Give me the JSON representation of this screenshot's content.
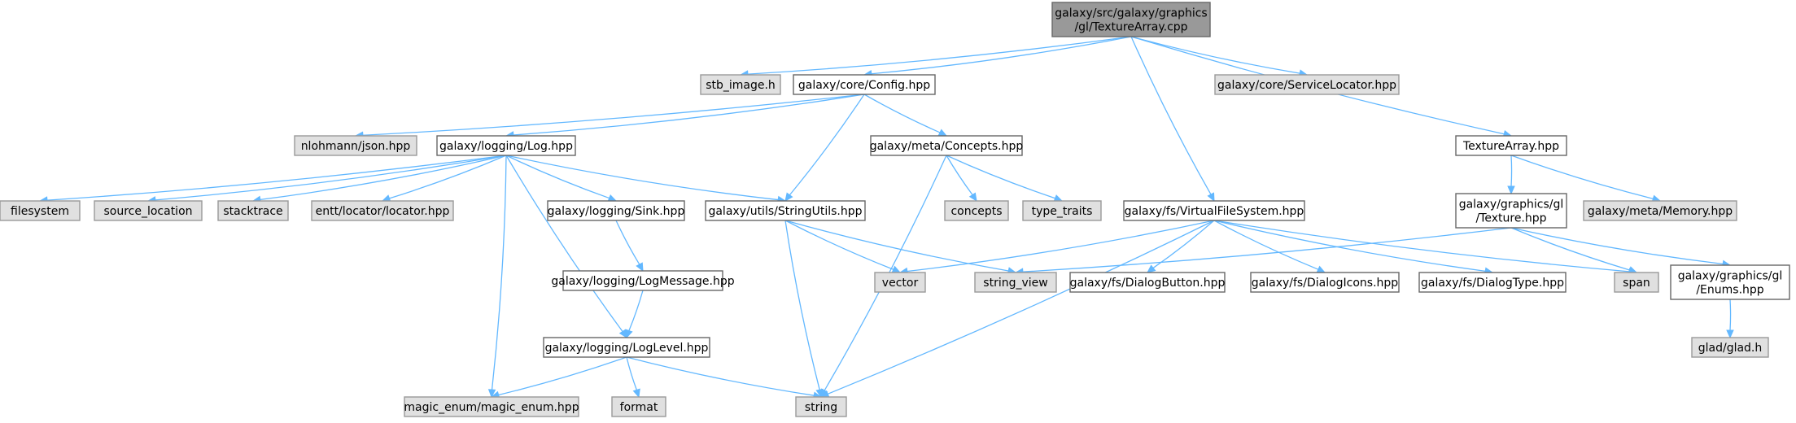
{
  "nodes": {
    "root": {
      "lines": [
        "galaxy/src/galaxy/graphics",
        "/gl/TextureArray.cpp"
      ],
      "kind": "root"
    },
    "stb_image": {
      "lines": [
        "stb_image.h"
      ],
      "kind": "external"
    },
    "config": {
      "lines": [
        "galaxy/core/Config.hpp"
      ],
      "kind": "local"
    },
    "service_locator": {
      "lines": [
        "galaxy/core/ServiceLocator.hpp"
      ],
      "kind": "external"
    },
    "nlohmann": {
      "lines": [
        "nlohmann/json.hpp"
      ],
      "kind": "external"
    },
    "log": {
      "lines": [
        "galaxy/logging/Log.hpp"
      ],
      "kind": "local"
    },
    "concepts_hpp": {
      "lines": [
        "galaxy/meta/Concepts.hpp"
      ],
      "kind": "local"
    },
    "texture_array": {
      "lines": [
        "TextureArray.hpp"
      ],
      "kind": "local"
    },
    "filesystem": {
      "lines": [
        "filesystem"
      ],
      "kind": "external"
    },
    "source_location": {
      "lines": [
        "source_location"
      ],
      "kind": "external"
    },
    "stacktrace": {
      "lines": [
        "stacktrace"
      ],
      "kind": "external"
    },
    "entt_locator": {
      "lines": [
        "entt/locator/locator.hpp"
      ],
      "kind": "external"
    },
    "sink": {
      "lines": [
        "galaxy/logging/Sink.hpp"
      ],
      "kind": "local"
    },
    "string_utils": {
      "lines": [
        "galaxy/utils/StringUtils.hpp"
      ],
      "kind": "local"
    },
    "concepts": {
      "lines": [
        "concepts"
      ],
      "kind": "external"
    },
    "type_traits": {
      "lines": [
        "type_traits"
      ],
      "kind": "external"
    },
    "vfs": {
      "lines": [
        "galaxy/fs/VirtualFileSystem.hpp"
      ],
      "kind": "local"
    },
    "texture": {
      "lines": [
        "galaxy/graphics/gl",
        "/Texture.hpp"
      ],
      "kind": "local"
    },
    "memory": {
      "lines": [
        "galaxy/meta/Memory.hpp"
      ],
      "kind": "external"
    },
    "log_message": {
      "lines": [
        "galaxy/logging/LogMessage.hpp"
      ],
      "kind": "local"
    },
    "vector": {
      "lines": [
        "vector"
      ],
      "kind": "external"
    },
    "string_view": {
      "lines": [
        "string_view"
      ],
      "kind": "external"
    },
    "dialog_button": {
      "lines": [
        "galaxy/fs/DialogButton.hpp"
      ],
      "kind": "local"
    },
    "dialog_icons": {
      "lines": [
        "galaxy/fs/DialogIcons.hpp"
      ],
      "kind": "local"
    },
    "dialog_type": {
      "lines": [
        "galaxy/fs/DialogType.hpp"
      ],
      "kind": "local"
    },
    "span": {
      "lines": [
        "span"
      ],
      "kind": "external"
    },
    "enums": {
      "lines": [
        "galaxy/graphics/gl",
        "/Enums.hpp"
      ],
      "kind": "local"
    },
    "log_level": {
      "lines": [
        "galaxy/logging/LogLevel.hpp"
      ],
      "kind": "local"
    },
    "glad": {
      "lines": [
        "glad/glad.h"
      ],
      "kind": "external"
    },
    "magic_enum": {
      "lines": [
        "magic_enum/magic_enum.hpp"
      ],
      "kind": "external"
    },
    "format": {
      "lines": [
        "format"
      ],
      "kind": "external"
    },
    "string": {
      "lines": [
        "string"
      ],
      "kind": "external"
    }
  },
  "edges": [
    [
      "root",
      "stb_image"
    ],
    [
      "root",
      "config"
    ],
    [
      "root",
      "vfs"
    ],
    [
      "root",
      "service_locator"
    ],
    [
      "root",
      "texture_array"
    ],
    [
      "config",
      "nlohmann"
    ],
    [
      "config",
      "log"
    ],
    [
      "config",
      "string_utils"
    ],
    [
      "config",
      "concepts_hpp"
    ],
    [
      "log",
      "filesystem"
    ],
    [
      "log",
      "source_location"
    ],
    [
      "log",
      "stacktrace"
    ],
    [
      "log",
      "entt_locator"
    ],
    [
      "log",
      "sink"
    ],
    [
      "log",
      "string_utils"
    ],
    [
      "log",
      "log_level"
    ],
    [
      "log",
      "magic_enum"
    ],
    [
      "sink",
      "log_message"
    ],
    [
      "log_message",
      "log_level"
    ],
    [
      "log_level",
      "magic_enum"
    ],
    [
      "log_level",
      "format"
    ],
    [
      "log_level",
      "string"
    ],
    [
      "string_utils",
      "vector"
    ],
    [
      "string_utils",
      "string_view"
    ],
    [
      "string_utils",
      "string"
    ],
    [
      "concepts_hpp",
      "concepts"
    ],
    [
      "concepts_hpp",
      "type_traits"
    ],
    [
      "concepts_hpp",
      "string"
    ],
    [
      "vfs",
      "vector"
    ],
    [
      "vfs",
      "string"
    ],
    [
      "vfs",
      "dialog_button"
    ],
    [
      "vfs",
      "dialog_icons"
    ],
    [
      "vfs",
      "dialog_type"
    ],
    [
      "vfs",
      "span"
    ],
    [
      "texture_array",
      "texture"
    ],
    [
      "texture_array",
      "memory"
    ],
    [
      "texture",
      "string_view"
    ],
    [
      "texture",
      "span"
    ],
    [
      "texture",
      "enums"
    ],
    [
      "enums",
      "glad"
    ]
  ]
}
